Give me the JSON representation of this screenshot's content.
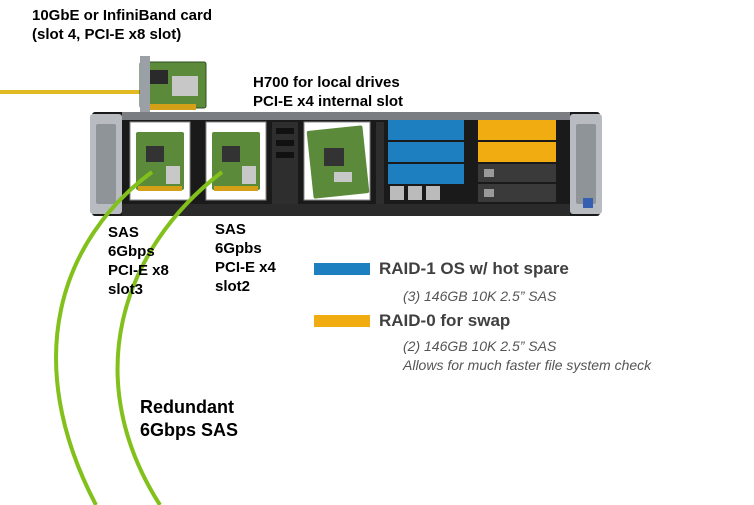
{
  "labels": {
    "nic": [
      "10GbE or InfiniBand card",
      "(slot 4, PCI-E x8 slot)"
    ],
    "h700": [
      "H700 for local drives",
      "PCI-E x4 internal slot"
    ],
    "sas_slot3": [
      "SAS",
      "6Gbps",
      "PCI-E x8",
      "slot3"
    ],
    "sas_slot2": [
      "SAS",
      "6Gpbs",
      "PCI-E x4",
      "slot2"
    ],
    "redundant": [
      "Redundant",
      "6Gbps SAS"
    ]
  },
  "legend": [
    {
      "title": "RAID-1 OS w/ hot spare",
      "color": "#1e7fc0",
      "details": [
        "(3) 146GB 10K 2.5” SAS"
      ]
    },
    {
      "title": "RAID-0 for swap",
      "color": "#f0ac10",
      "details": [
        "(2) 146GB 10K 2.5” SAS",
        "Allows for much faster file system check"
      ]
    }
  ],
  "colors": {
    "cable_green": "#82c01c",
    "cable_yellow": "#e0ba20",
    "drive_blue": "#1e7fc0",
    "drive_orange": "#f0ac10",
    "chassis_dark": "#1a1a1a",
    "chassis_silver": "#b8bcc0",
    "pcb_green": "#5a8a3a"
  },
  "icons": {
    "server": "rack-server-2u",
    "raid_card": "pcie-raid-card",
    "nic_card": "pcie-network-card"
  }
}
